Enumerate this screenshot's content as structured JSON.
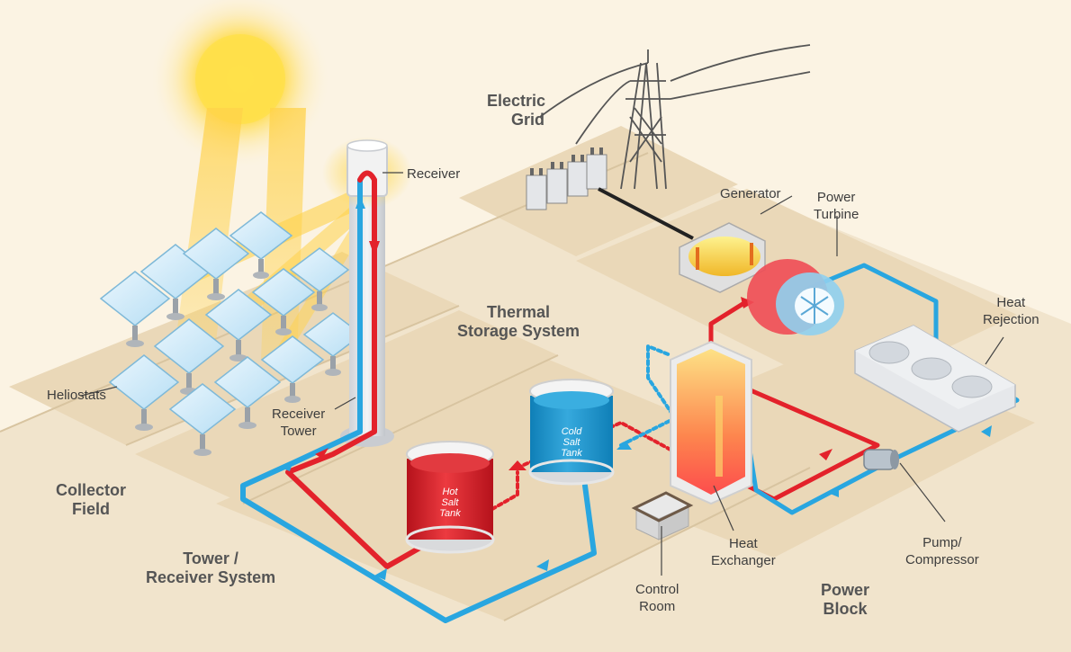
{
  "sections": {
    "electric_grid": [
      "Electric",
      "Grid"
    ],
    "thermal_storage": [
      "Thermal",
      "Storage System"
    ],
    "collector_field": [
      "Collector",
      "Field"
    ],
    "tower_receiver": [
      "Tower /",
      "Receiver System"
    ],
    "power_block": [
      "Power",
      "Block"
    ]
  },
  "labels": {
    "receiver": "Receiver",
    "heliostats": "Heliostats",
    "receiver_tower": [
      "Receiver",
      "Tower"
    ],
    "generator": "Generator",
    "power_turbine": [
      "Power",
      "Turbine"
    ],
    "heat_rejection": [
      "Heat",
      "Rejection"
    ],
    "heat_exchanger": [
      "Heat",
      "Exchanger"
    ],
    "control_room": [
      "Control",
      "Room"
    ],
    "pump_compressor": [
      "Pump/",
      "Compressor"
    ]
  },
  "tanks": {
    "hot": [
      "Hot",
      "Salt",
      "Tank"
    ],
    "cold": [
      "Cold",
      "Salt",
      "Tank"
    ]
  },
  "colors": {
    "hot_flow": "#e3222b",
    "cold_flow": "#29a6e0",
    "ground": "#ecdcc0",
    "label_text": "#3d3d3d",
    "section_text": "#555555"
  }
}
